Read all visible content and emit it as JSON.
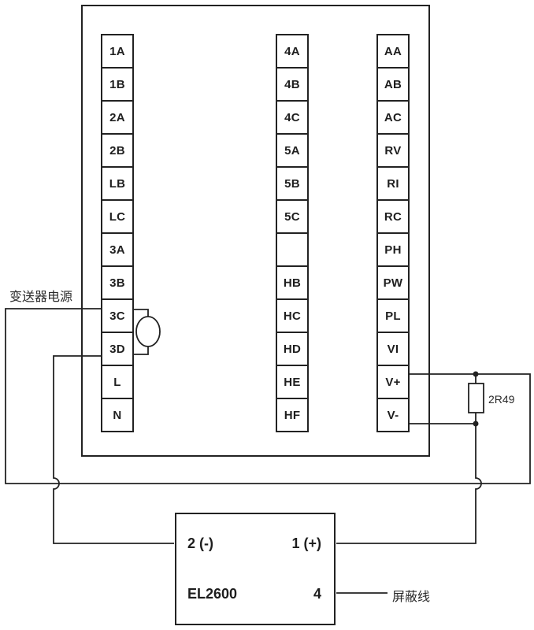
{
  "labels": {
    "transmitter_power": "变送器电源",
    "shield_wire": "屏蔽线",
    "resistor": "2R49"
  },
  "terminal_columns": [
    {
      "id": "column-1",
      "cells": [
        "1A",
        "1B",
        "2A",
        "2B",
        "LB",
        "LC",
        "3A",
        "3B",
        "3C",
        "3D",
        "L",
        "N"
      ]
    },
    {
      "id": "column-2",
      "cells": [
        "4A",
        "4B",
        "4C",
        "5A",
        "5B",
        "5C",
        "",
        "HB",
        "HC",
        "HD",
        "HE",
        "HF"
      ]
    },
    {
      "id": "column-3",
      "cells": [
        "AA",
        "AB",
        "AC",
        "RV",
        "RI",
        "RC",
        "PH",
        "PW",
        "PL",
        "VI",
        "V+",
        "V-"
      ]
    }
  ],
  "el2600": {
    "terminal_neg": "2 (-)",
    "terminal_pos": "1 (+)",
    "model": "EL2600",
    "terminal_shield": "4"
  },
  "colors": {
    "line": "#222222",
    "background": "#ffffff"
  }
}
